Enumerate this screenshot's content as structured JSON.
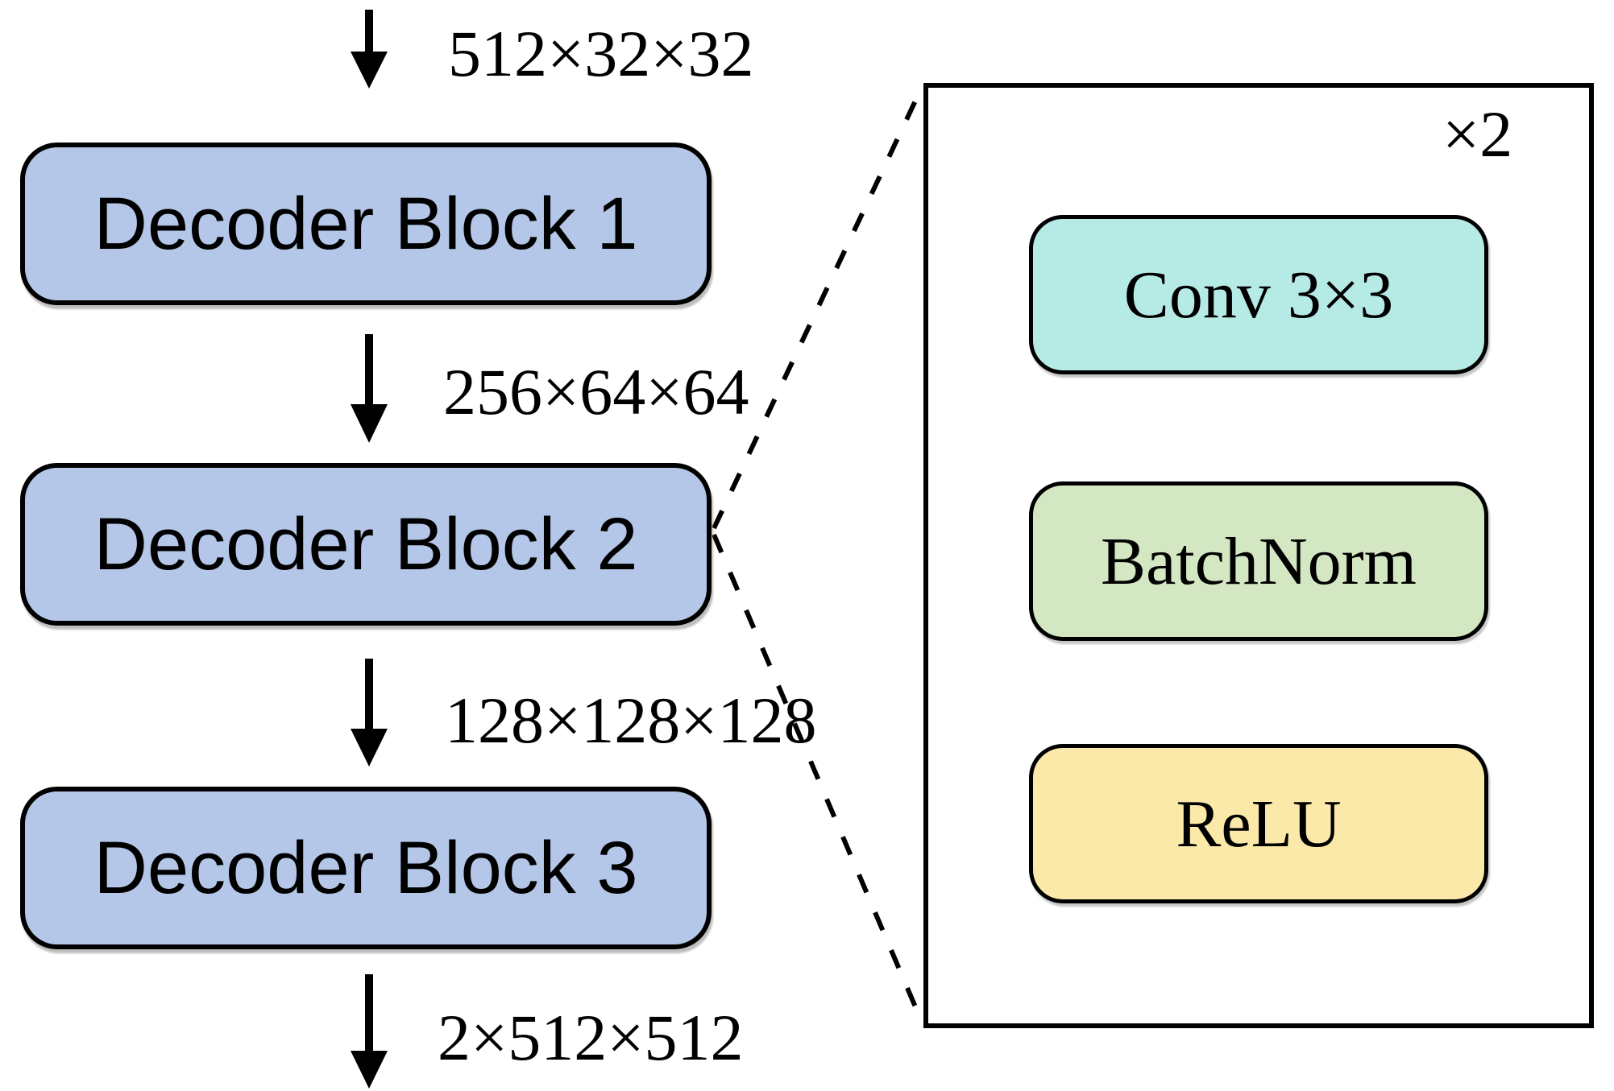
{
  "left_flow": {
    "blocks": [
      {
        "label": "Decoder Block 1"
      },
      {
        "label": "Decoder Block 2"
      },
      {
        "label": "Decoder Block 3"
      }
    ],
    "tensors": [
      "512×32×32",
      "256×64×64",
      "128×128×128",
      "2×512×512"
    ],
    "block_fill": "#b5c7e8"
  },
  "detail_panel": {
    "repeat_label": "×2",
    "layers": [
      {
        "label": "Conv 3×3",
        "fill": "#b6ebe5"
      },
      {
        "label": "BatchNorm",
        "fill": "#d3e8c2"
      },
      {
        "label": "ReLU",
        "fill": "#fae9a9"
      }
    ]
  },
  "colors": {
    "outline": "#000000",
    "arrow": "#000000",
    "background": "#ffffff"
  }
}
